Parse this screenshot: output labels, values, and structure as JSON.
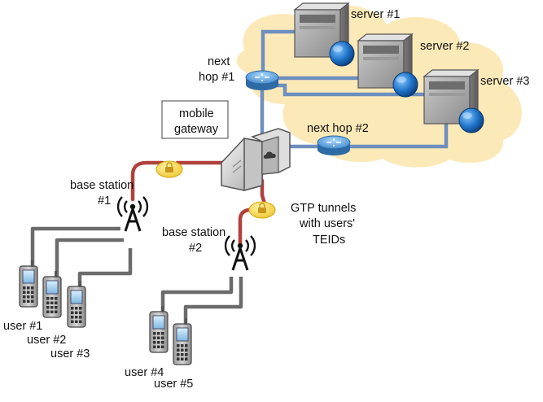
{
  "diagram": {
    "cloud_color": "#fce9b8",
    "link_color": "#6e8fbd",
    "tunnel_color": "#b0413b",
    "access_color": "#6b6b6b",
    "servers": [
      {
        "id": "s1",
        "label": "server #1"
      },
      {
        "id": "s2",
        "label": "server #2"
      },
      {
        "id": "s3",
        "label": "server #3"
      }
    ],
    "routers": [
      {
        "id": "nh1",
        "label_line1": "next",
        "label_line2": "hop #1"
      },
      {
        "id": "nh2",
        "label": "next hop #2"
      }
    ],
    "gateway": {
      "label_line1": "mobile",
      "label_line2": "gateway"
    },
    "base_stations": [
      {
        "id": "bs1",
        "label_line1": "base station",
        "label_line2": "#1"
      },
      {
        "id": "bs2",
        "label_line1": "base station",
        "label_line2": "#2"
      }
    ],
    "tunnels_label": {
      "line1": "GTP tunnels",
      "line2": "with users'",
      "line3_italic": "TEID",
      "line3_suffix": "s"
    },
    "users": [
      {
        "id": "u1",
        "label": "user #1"
      },
      {
        "id": "u2",
        "label": "user #2"
      },
      {
        "id": "u3",
        "label": "user #3"
      },
      {
        "id": "u4",
        "label": "user #4"
      },
      {
        "id": "u5",
        "label": "user #5"
      }
    ]
  }
}
